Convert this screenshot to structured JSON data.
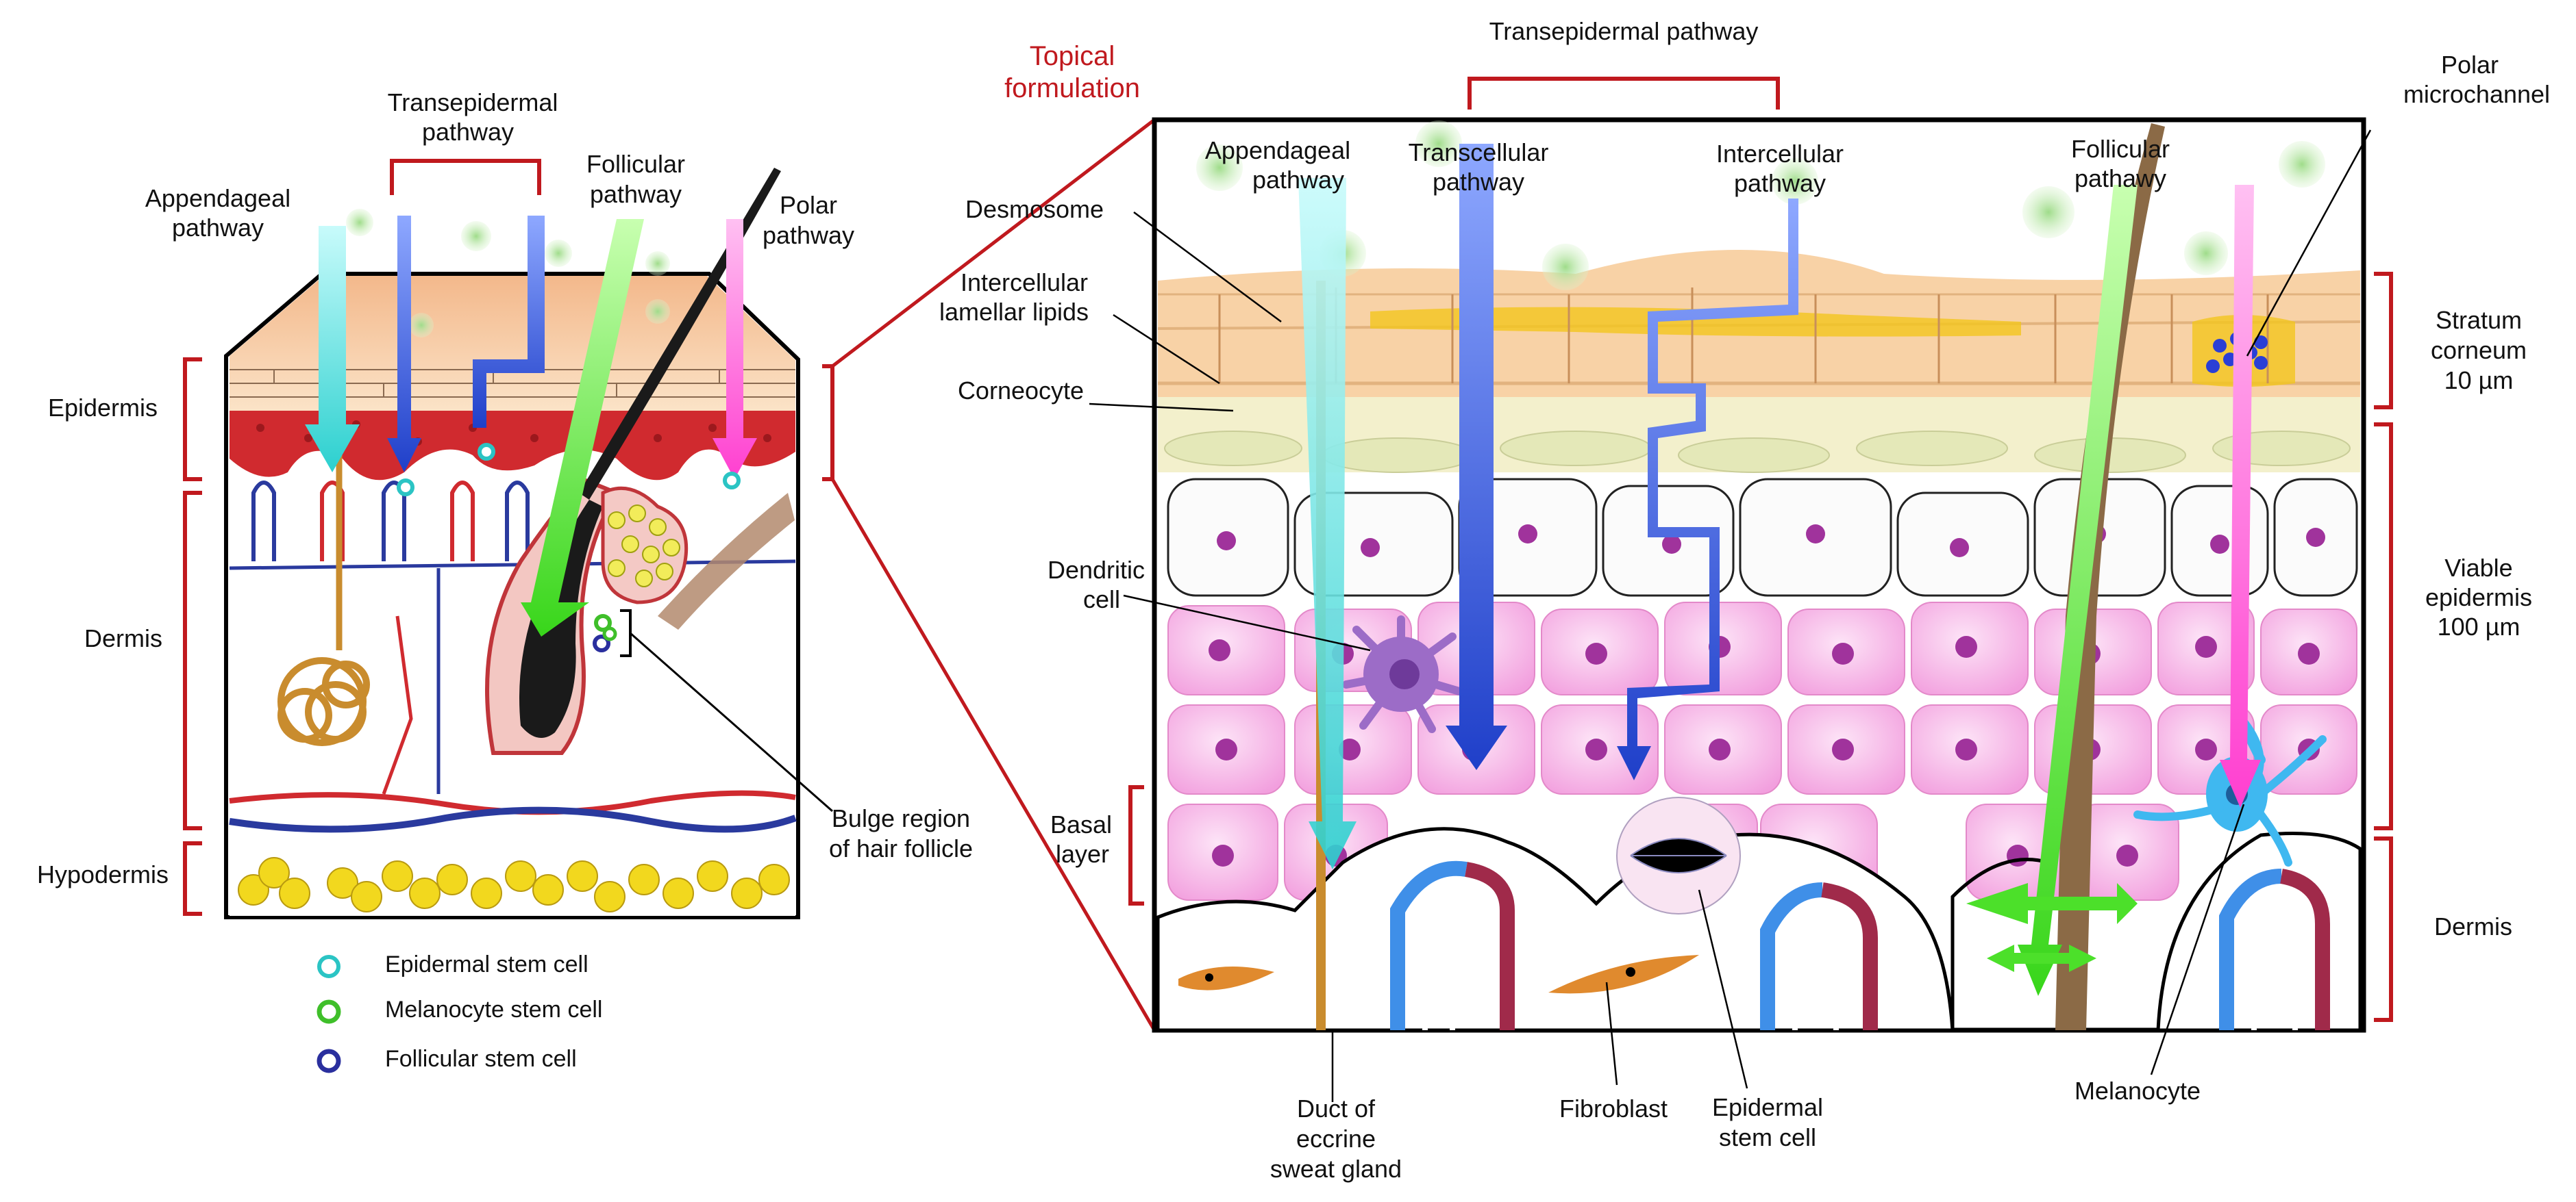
{
  "left_panel": {
    "labels": {
      "appendageal_1": "Appendageal",
      "appendageal_2": "pathway",
      "transepidermal_1": "Transepidermal",
      "transepidermal_2": "pathway",
      "follicular_1": "Follicular",
      "follicular_2": "pathway",
      "polar_1": "Polar",
      "polar_2": "pathway",
      "epidermis": "Epidermis",
      "dermis": "Dermis",
      "hypodermis": "Hypodermis",
      "bulge_1": "Bulge region",
      "bulge_2": "of hair follicle"
    },
    "legend": [
      {
        "label": "Epidermal stem cell",
        "color": "#2bc4c4"
      },
      {
        "label": "Melanocyte stem cell",
        "color": "#3fbf2a"
      },
      {
        "label": "Follicular stem cell",
        "color": "#2a2f9e"
      }
    ]
  },
  "right_panel": {
    "labels": {
      "transepidermal": "Transepidermal pathway",
      "topical_1": "Topical",
      "topical_2": "formulation",
      "appendageal_1": "Appendageal",
      "appendageal_2": "pathway",
      "transcellular_1": "Transcellular",
      "transcellular_2": "pathway",
      "intercellular_1": "Intercellular",
      "intercellular_2": "pathway",
      "follicular_1": "Follicular",
      "follicular_2": "pathawy",
      "polar_1": "Polar",
      "polar_2": "microchannel",
      "desmosome": "Desmosome",
      "lipids_1": "Intercellular",
      "lipids_2": "lamellar lipids",
      "corneocyte": "Corneocyte",
      "dendritic_1": "Dendritic",
      "dendritic_2": "cell",
      "basal_1": "Basal",
      "basal_2": "layer",
      "sc_1": "Stratum",
      "sc_2": "corneum",
      "sc_3": "10 µm",
      "ve_1": "Viable",
      "ve_2": "epidermis",
      "ve_3": "100 µm",
      "dermis": "Dermis",
      "duct_1": "Duct of",
      "duct_2": "eccrine",
      "duct_3": "sweat gland",
      "fibroblast": "Fibroblast",
      "esc_1": "Epidermal",
      "esc_2": "stem cell",
      "melanocyte": "Melanocyte"
    }
  },
  "colors": {
    "bracket": "#c0191e",
    "cyan_arrow": "#4fe3e0",
    "blue_arrow": "#2a4fd6",
    "green_arrow": "#4ce02a",
    "pink_arrow": "#ff4fd8",
    "stratum_corneum": "#f6c89a",
    "viable_cell": "#f6b8e6",
    "nucleus": "#a0339c",
    "fat": "#f2d81e",
    "dermis_red": "#c0353a",
    "vessel_blue": "#3f8fe8"
  }
}
